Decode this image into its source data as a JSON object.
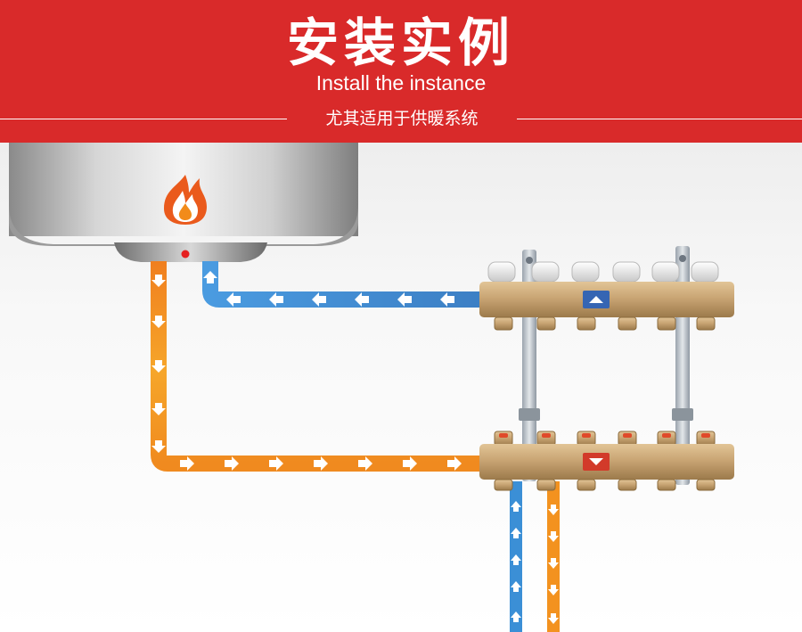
{
  "header": {
    "title_cn": "安装实例",
    "title_en": "Install the instance",
    "subtitle": "尤其适用于供暖系统"
  },
  "icons": [
    "flame-icon",
    "indicator-light-icon",
    "flow-arrow-icon"
  ],
  "colors": {
    "banner": "#d92a2a",
    "hot_pipe": "#f07f1f",
    "cold_pipe": "#3b8fd6",
    "manifold": "#c9a574"
  }
}
